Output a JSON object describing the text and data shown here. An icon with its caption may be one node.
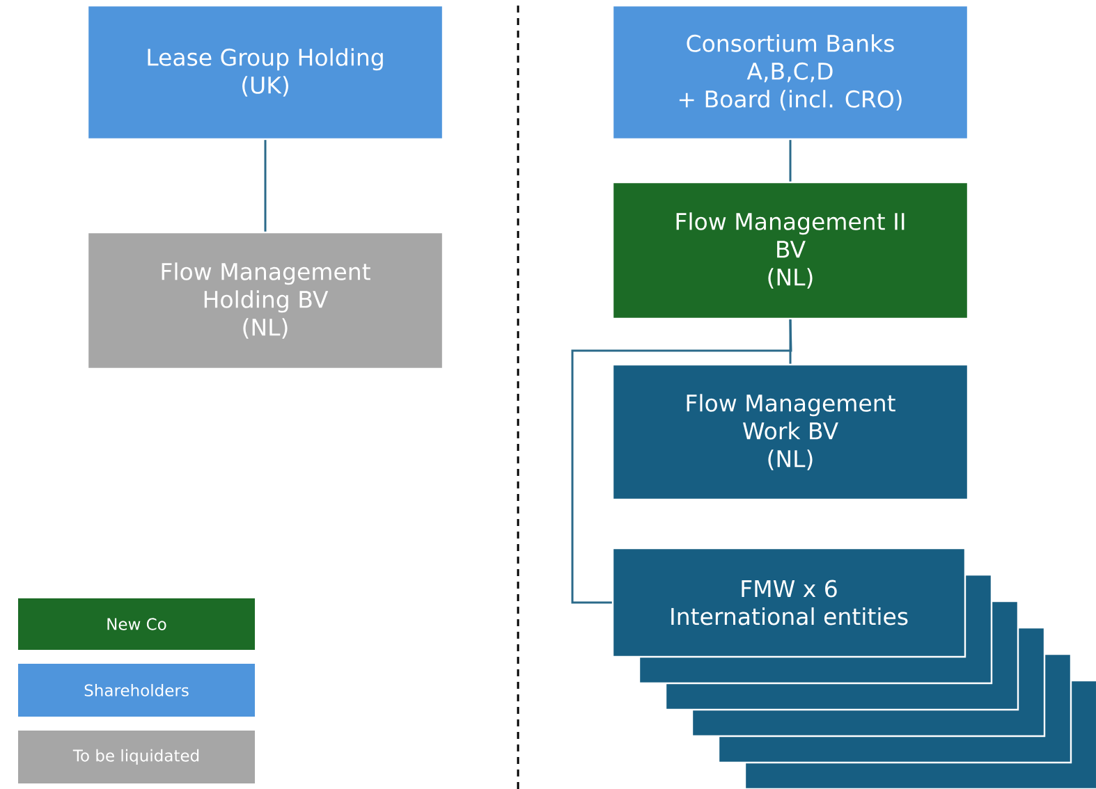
{
  "diagram": {
    "nodes": [
      {
        "text": [
          "Lease Group Holding",
          "(UK)"
        ]
      },
      {
        "text": [
          "Flow Management",
          "Holding BV",
          "(NL)"
        ]
      },
      {
        "text": [
          "Consortium Banks",
          "A,B,C,D",
          "+ Board (incl. CRO)"
        ]
      },
      {
        "text": [
          "Flow Management II",
          "BV",
          "(NL)"
        ]
      },
      {
        "text": [
          "Flow Management",
          "Work BV",
          "(NL)"
        ]
      },
      {
        "text": [
          "FMW x 6",
          "International entities"
        ]
      }
    ],
    "edges": [
      {
        "from": 0,
        "to": 1,
        "arrow": "none"
      },
      {
        "from": 2,
        "to": 3,
        "arrow": "none"
      },
      {
        "from": 3,
        "to": 4,
        "arrow": "none"
      },
      {
        "from": 3,
        "to": 5,
        "arrow": "none"
      }
    ],
    "legend": [
      {
        "text": "New Co",
        "color": "#1c6b26"
      },
      {
        "text": "Shareholders",
        "color": "#4f95dc"
      },
      {
        "text": "To be liquidated",
        "color": "#a6a6a6"
      }
    ]
  }
}
